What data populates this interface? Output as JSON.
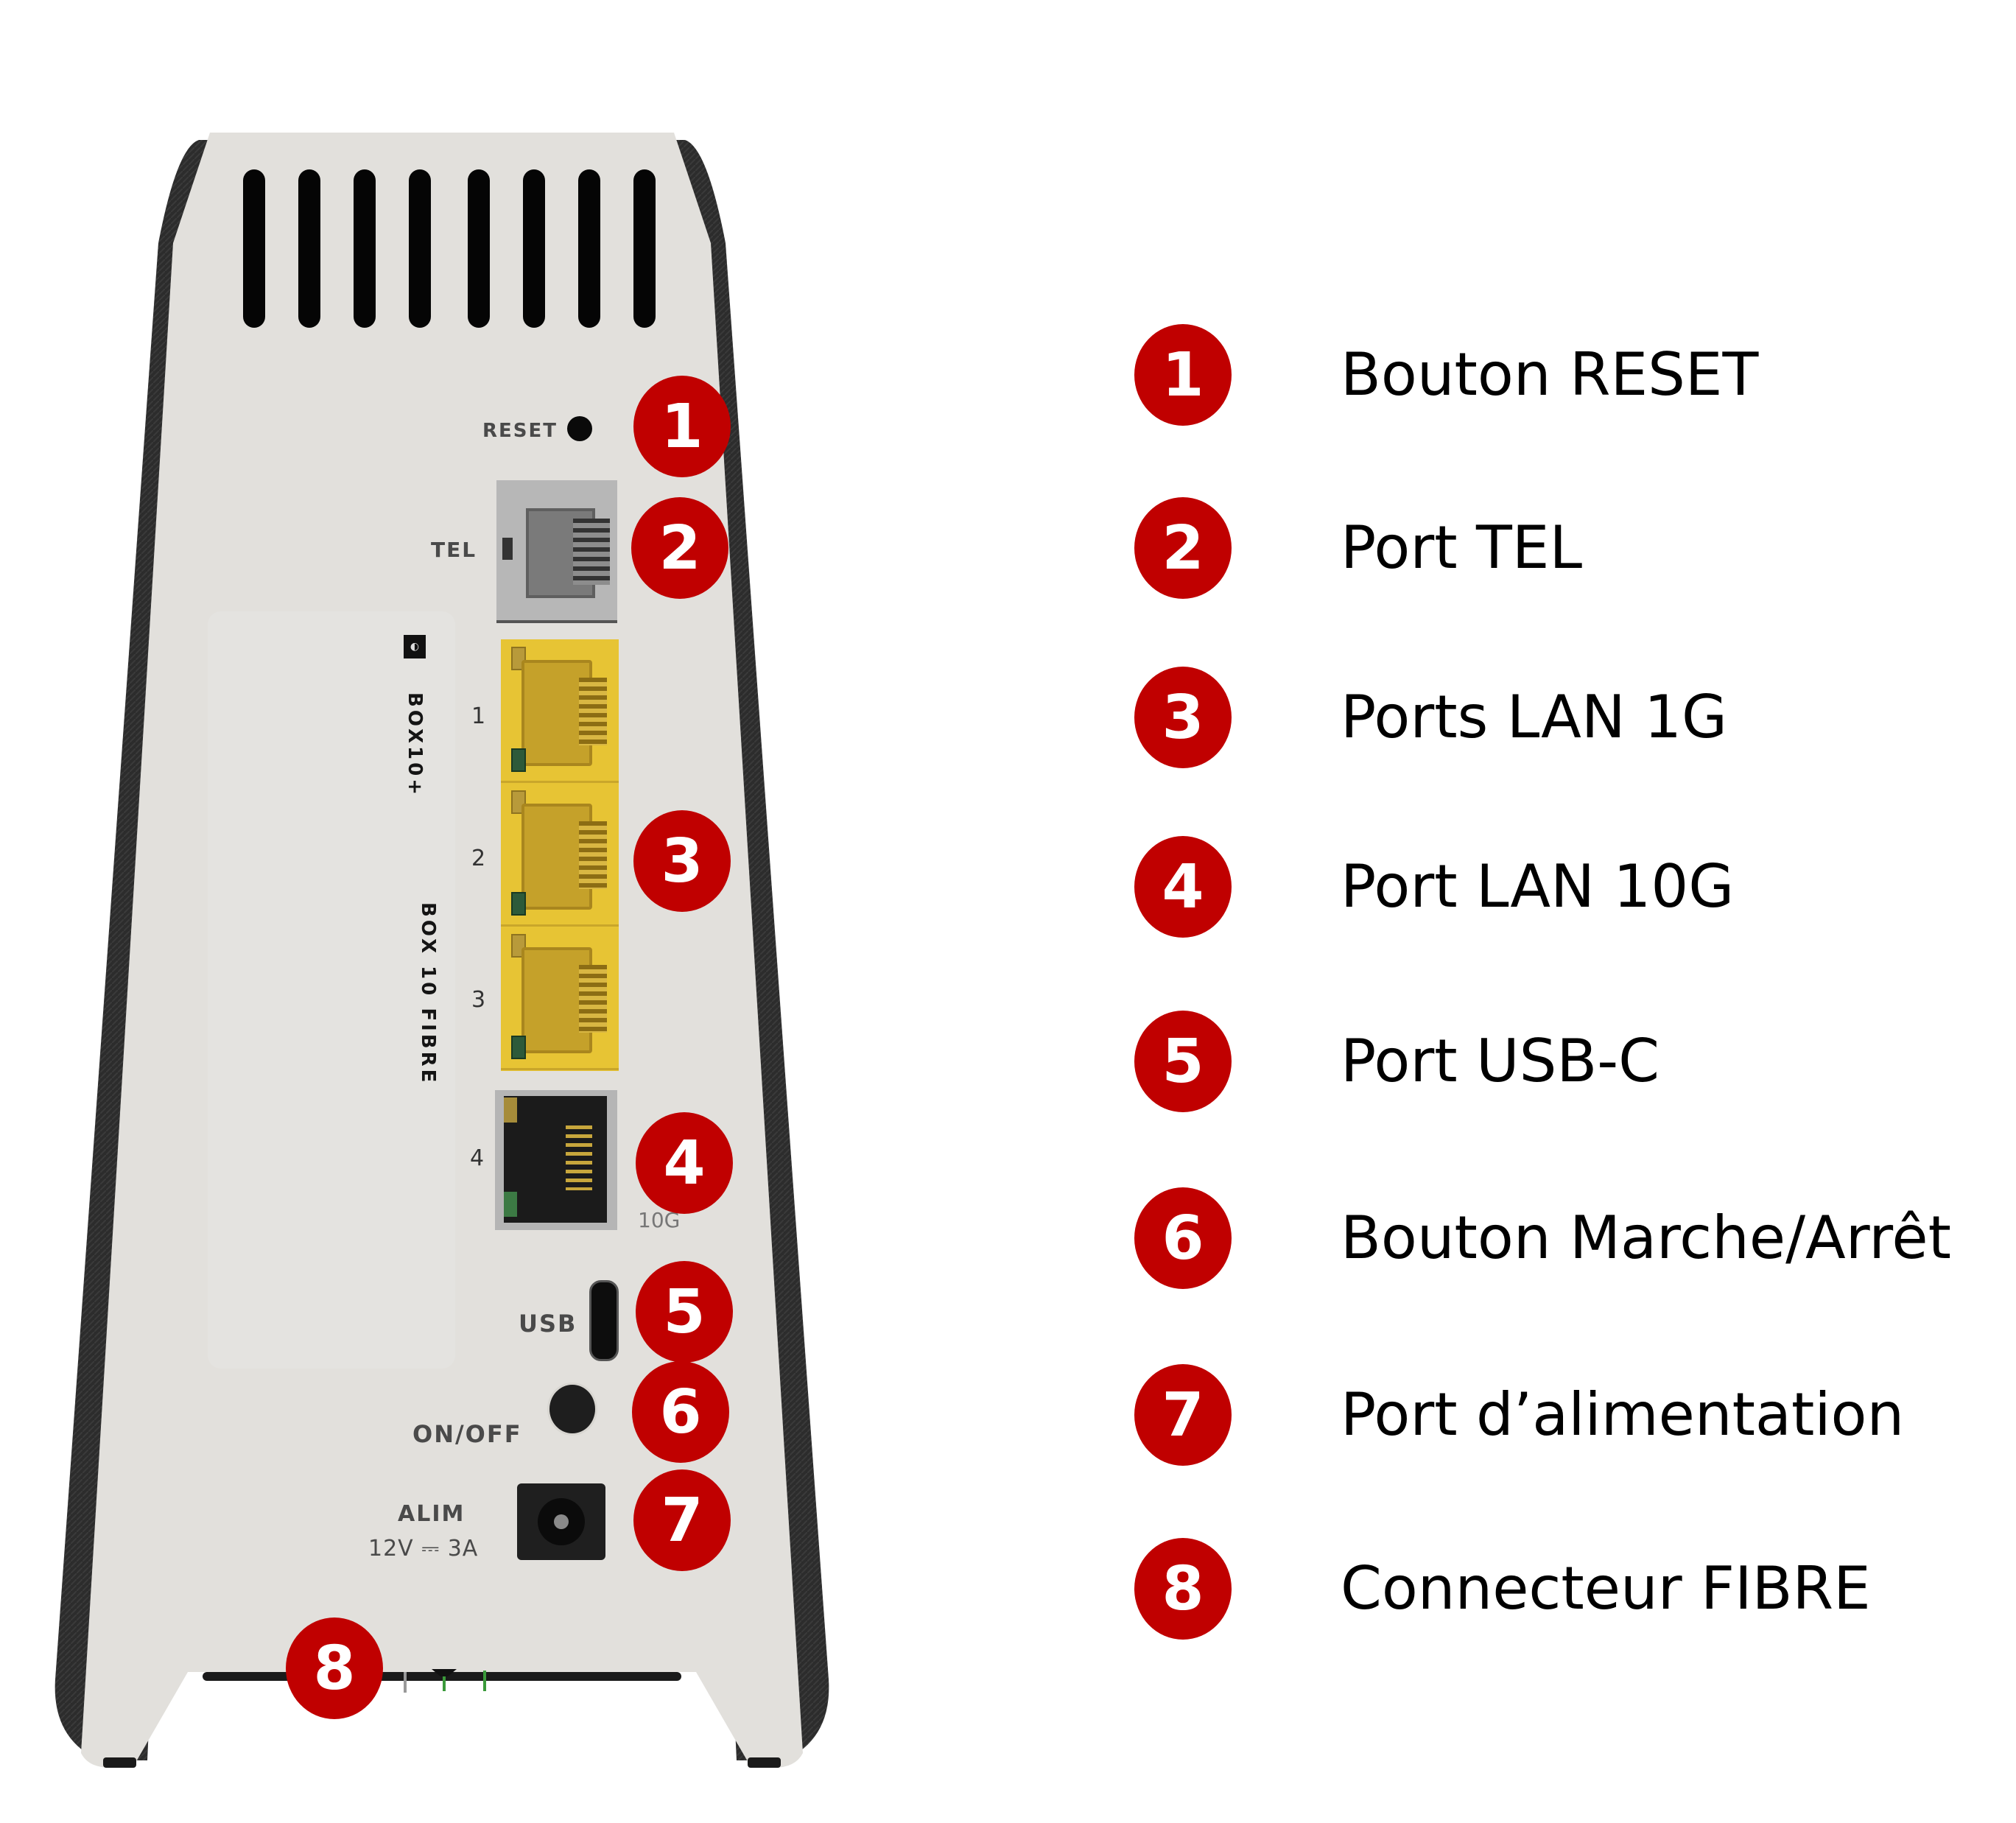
{
  "colors": {
    "badge_red": "#c00000",
    "badge_text": "#ffffff",
    "device_body": "#e2e0dc",
    "device_shell": "#2b2b2b",
    "lan_yellow": "#e7c434",
    "legend_text": "#000000"
  },
  "device": {
    "name_vertical_1": "BOX10+",
    "name_vertical_2": "BOX 10 FIBRE",
    "labels": {
      "reset": "RESET",
      "tel": "TEL",
      "lan_1": "1",
      "lan_2": "2",
      "lan_3": "3",
      "lan_4": "4",
      "lan_10g": "10G",
      "usb": "USB",
      "onoff": "ON/OFF",
      "alim": "ALIM",
      "alim_spec": "12V ⎓ 3A"
    }
  },
  "callouts": [
    {
      "number": "1",
      "label": "Bouton RESET"
    },
    {
      "number": "2",
      "label": "Port TEL"
    },
    {
      "number": "3",
      "label": "Ports LAN 1G"
    },
    {
      "number": "4",
      "label": "Port LAN 10G"
    },
    {
      "number": "5",
      "label": "Port USB-C"
    },
    {
      "number": "6",
      "label": "Bouton Marche/Arrêt"
    },
    {
      "number": "7",
      "label": "Port d’alimentation"
    },
    {
      "number": "8",
      "label": "Connecteur FIBRE"
    }
  ]
}
